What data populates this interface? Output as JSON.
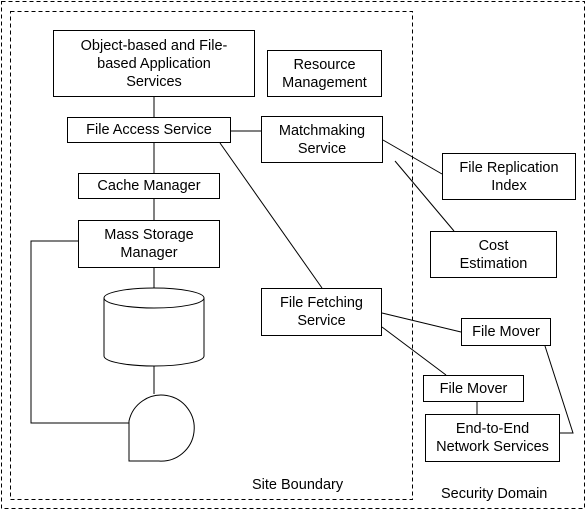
{
  "boundaries": {
    "site": "Site Boundary",
    "security": "Security Domain"
  },
  "components": {
    "app_services": "Object-based and File-\nbased Application\nServices",
    "resource_management": "Resource\nManagement",
    "file_access": "File Access Service",
    "matchmaking": "Matchmaking\nService",
    "cache_manager": "Cache Manager",
    "file_replication_index": "File Replication\nIndex",
    "mass_storage_manager": "Mass Storage\nManager",
    "cost_estimation": "Cost\nEstimation",
    "file_fetching": "File Fetching\nService",
    "file_mover_1": "File Mover",
    "file_mover_2": "File Mover",
    "network_services": "End-to-End\nNetwork Services"
  }
}
